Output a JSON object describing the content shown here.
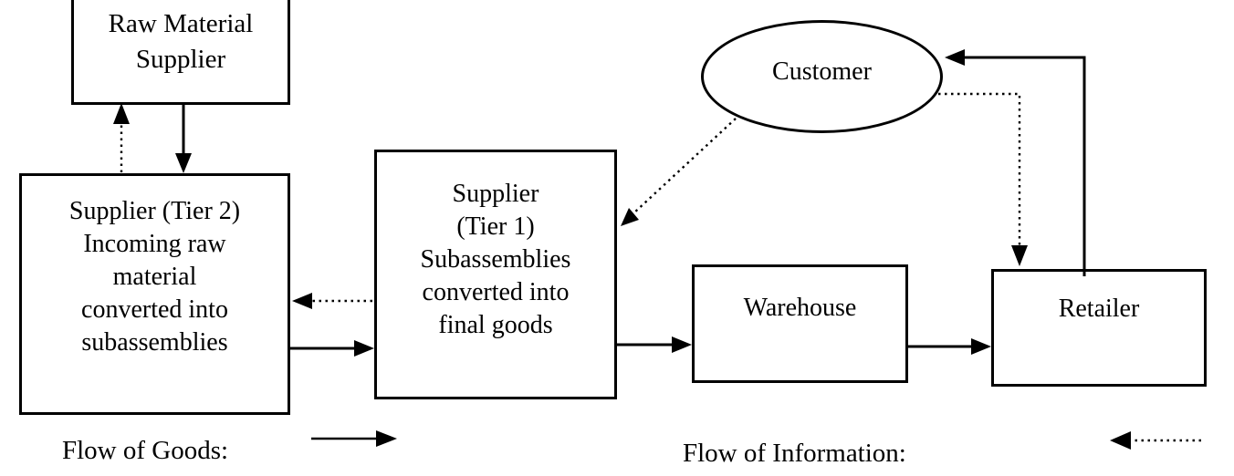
{
  "nodes": {
    "raw_material_supplier": {
      "shape": "rectangle",
      "lines": [
        "Raw Material",
        "Supplier"
      ]
    },
    "supplier_tier2": {
      "shape": "rectangle",
      "lines": [
        "Supplier (Tier 2)",
        "Incoming raw",
        "material",
        "converted into",
        "subassemblies"
      ]
    },
    "supplier_tier1": {
      "shape": "rectangle",
      "lines": [
        "Supplier",
        "(Tier 1)",
        "Subassemblies",
        "converted into",
        "final goods"
      ]
    },
    "warehouse": {
      "shape": "rectangle",
      "lines": [
        "Warehouse"
      ]
    },
    "retailer": {
      "shape": "rectangle",
      "lines": [
        "Retailer"
      ]
    },
    "customer": {
      "shape": "ellipse",
      "lines": [
        "Customer"
      ]
    }
  },
  "edges": [
    {
      "from": "raw_material_supplier",
      "to": "supplier_tier2",
      "type": "goods",
      "style": "solid-arrow"
    },
    {
      "from": "supplier_tier2",
      "to": "raw_material_supplier",
      "type": "information",
      "style": "dotted-arrow"
    },
    {
      "from": "supplier_tier2",
      "to": "supplier_tier1",
      "type": "goods",
      "style": "solid-arrow"
    },
    {
      "from": "supplier_tier1",
      "to": "supplier_tier2",
      "type": "information",
      "style": "dotted-arrow"
    },
    {
      "from": "supplier_tier1",
      "to": "warehouse",
      "type": "goods",
      "style": "solid-arrow"
    },
    {
      "from": "warehouse",
      "to": "retailer",
      "type": "goods",
      "style": "solid-arrow"
    },
    {
      "from": "retailer",
      "to": "customer",
      "type": "goods",
      "style": "solid-arrow"
    },
    {
      "from": "customer",
      "to": "retailer",
      "type": "information",
      "style": "dotted-arrow"
    },
    {
      "from": "customer",
      "to": "supplier_tier1",
      "type": "information",
      "style": "dotted-arrow"
    }
  ],
  "legend": {
    "goods_label": "Flow of Goods:",
    "information_label": "Flow of Information:"
  },
  "colors": {
    "stroke": "#000000",
    "background": "#ffffff"
  }
}
